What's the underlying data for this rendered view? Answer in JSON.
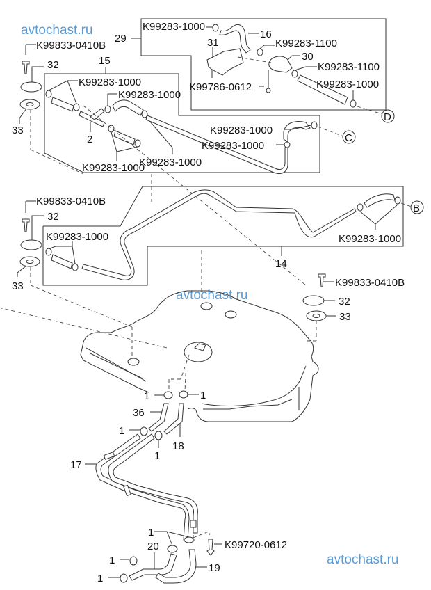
{
  "watermarks": [
    "avtochast.ru",
    "avtochast.ru",
    "avtochast.ru"
  ],
  "callouts": {
    "refB": "B",
    "refC": "C",
    "refD": "D"
  },
  "labels": {
    "p29": "29",
    "p29_clip": "K99283-1000",
    "p16": "16",
    "p31": "31",
    "p16_clip": "K99283-1100",
    "p30": "30",
    "p30_clip": "K99283-1100",
    "p31_bolt": "K99786-0612",
    "p29_end_clip": "K99283-1000",
    "top_screw": "K99833-0410B",
    "top_32": "32",
    "top_33": "33",
    "p15": "15",
    "p15_clip_a": "K99283-1000",
    "p15_clip_b": "K99283-1000",
    "p2": "2",
    "p15_clip_c": "K99283-1000",
    "p15_clip_d": "K99283-1000",
    "p15_clip_e": "K99283-1000",
    "p15_clip_f": "K99283-1000",
    "mid_screw": "K99833-0410B",
    "mid_32": "32",
    "mid_33": "33",
    "p14_clip_left": "K99283-1000",
    "p14_clip_right": "K99283-1000",
    "p14": "14",
    "right_screw": "K99833-0410B",
    "right_32": "32",
    "right_33": "33",
    "clip_1a": "1",
    "clip_1b": "1",
    "p36": "36",
    "clip_1c": "1",
    "clip_1d": "1",
    "p18": "18",
    "p17": "17",
    "clip_1e": "1",
    "p20": "20",
    "bottom_bolt": "K99720-0612",
    "clip_1f": "1",
    "p19": "19",
    "clip_1g": "1"
  }
}
